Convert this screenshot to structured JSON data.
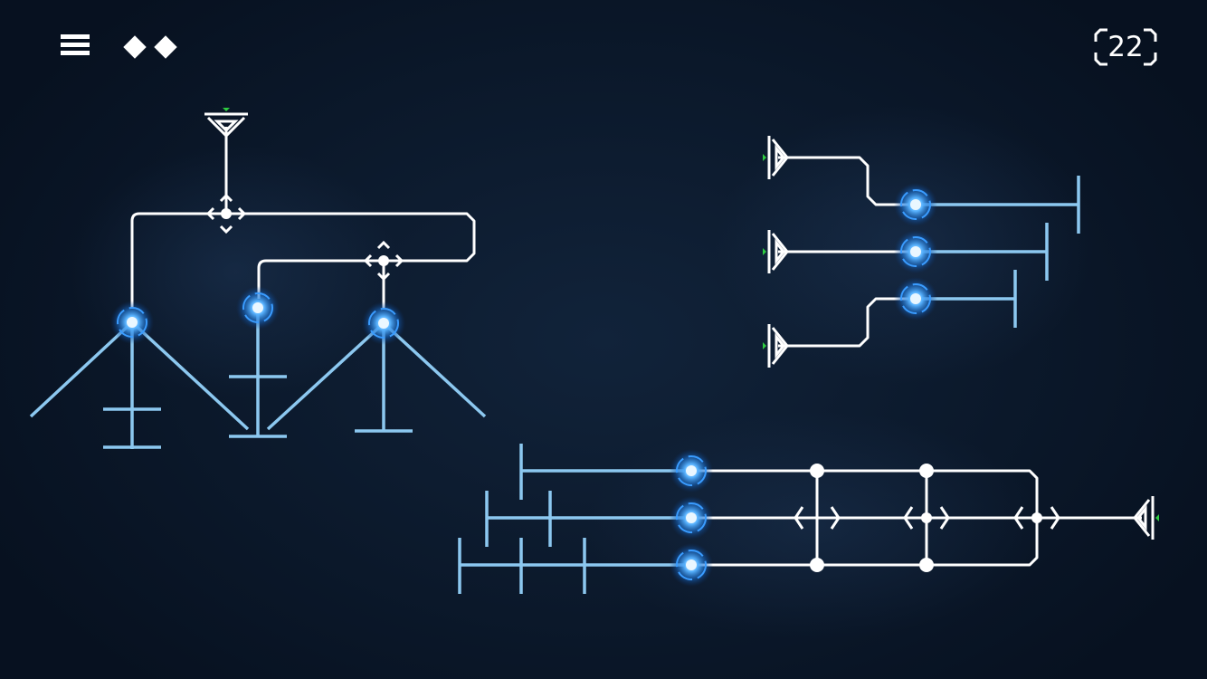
{
  "hud": {
    "menu_icon": "hamburger-icon",
    "lives_icon": "diamond-icon",
    "lives_remaining": 2,
    "counter": "22"
  },
  "colors": {
    "wire_unpowered": "#ffffff",
    "wire_powered": "#8cc8f0",
    "orb_core": "#2f9bff",
    "emitter_mark": "#2ecc40",
    "background": "#0b1626"
  },
  "puzzle": {
    "emitters": [
      {
        "name": "emitter-top-left",
        "dir": "down"
      },
      {
        "name": "emitter-right-1",
        "dir": "right"
      },
      {
        "name": "emitter-right-2",
        "dir": "right"
      },
      {
        "name": "emitter-right-3",
        "dir": "right"
      },
      {
        "name": "emitter-bottom",
        "dir": "left"
      }
    ],
    "switches": [
      {
        "name": "switch-top-left-1"
      },
      {
        "name": "switch-top-left-2"
      },
      {
        "name": "switch-bottom-1"
      },
      {
        "name": "switch-bottom-2"
      },
      {
        "name": "switch-bottom-3"
      }
    ],
    "orbs": [
      {
        "name": "orb-left-1"
      },
      {
        "name": "orb-left-2"
      },
      {
        "name": "orb-left-3"
      },
      {
        "name": "orb-right-1"
      },
      {
        "name": "orb-right-2"
      },
      {
        "name": "orb-right-3"
      },
      {
        "name": "orb-bottom-1"
      },
      {
        "name": "orb-bottom-2"
      },
      {
        "name": "orb-bottom-3"
      }
    ]
  }
}
